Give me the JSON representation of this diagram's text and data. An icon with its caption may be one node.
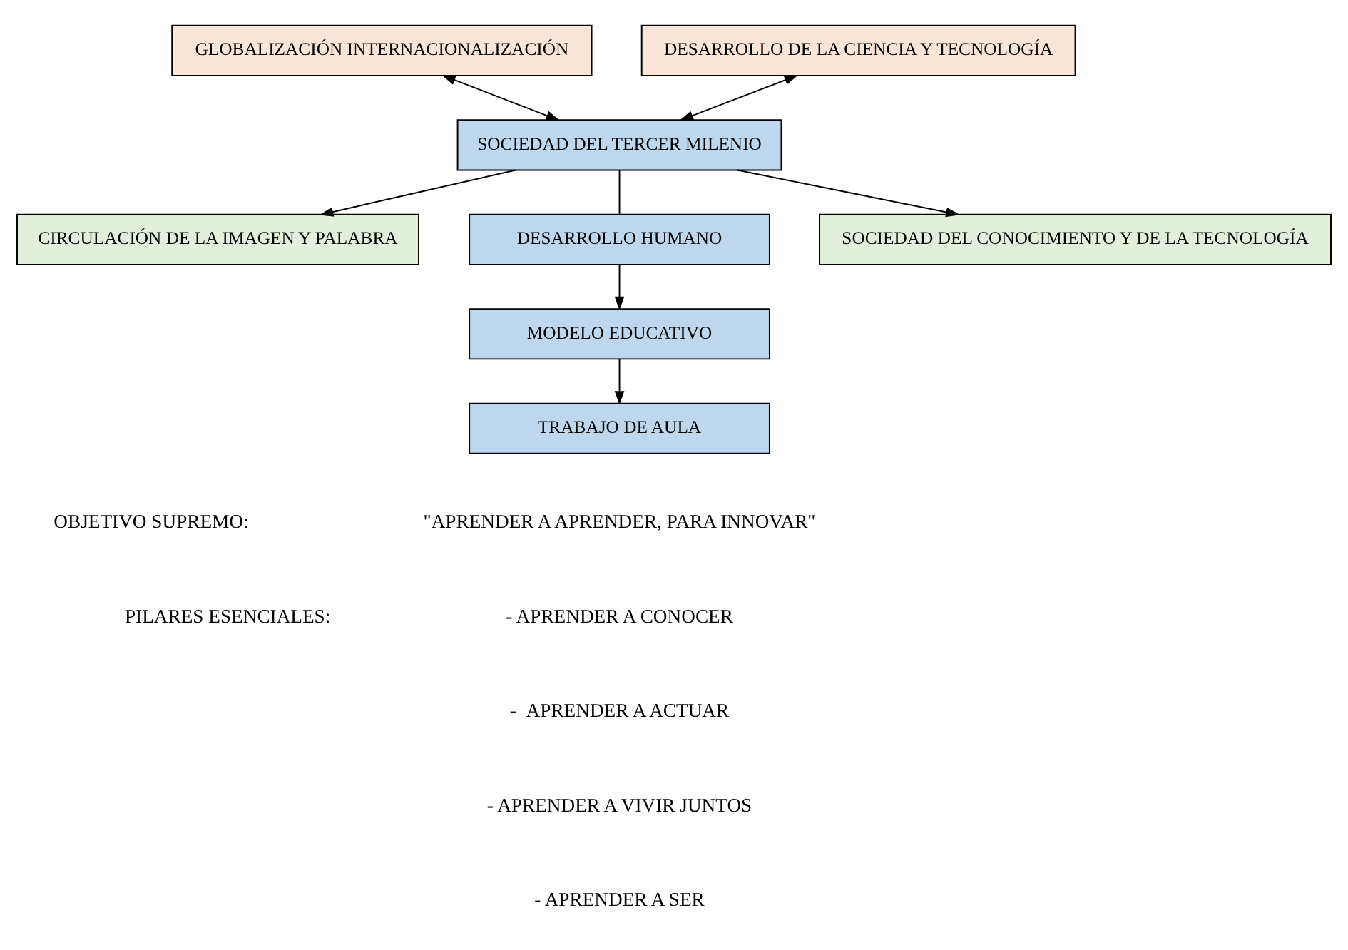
{
  "diagram": {
    "nodes": [
      {
        "text": [
          "GLOBALIZACIÓN INTERNACIONALIZACIÓN"
        ]
      },
      {
        "text": [
          "DESARROLLO DE LA CIENCIA Y TECNOLOGÍA"
        ]
      },
      {
        "text": [
          "SOCIEDAD DEL TERCER MILENIO"
        ]
      },
      {
        "text": [
          "CIRCULACIÓN DE LA IMAGEN Y PALABRA"
        ]
      },
      {
        "text": [
          "DESARROLLO HUMANO"
        ]
      },
      {
        "text": [
          "SOCIEDAD DEL CONOCIMIENTO Y DE LA TECNOLOGÍA"
        ]
      },
      {
        "text": [
          "MODELO EDUCATIVO"
        ]
      },
      {
        "text": [
          "TRABAJO DE AULA"
        ]
      }
    ],
    "edges": [
      {
        "from": 0,
        "to": 2,
        "arrow": "both"
      },
      {
        "from": 2,
        "to": 1,
        "arrow": "both"
      },
      {
        "from": 2,
        "to": 3,
        "arrow": "to"
      },
      {
        "from": 2,
        "to": 5,
        "arrow": "to"
      },
      {
        "from": 2,
        "to": 4,
        "arrow": "none"
      },
      {
        "from": 4,
        "to": 6,
        "arrow": "to"
      },
      {
        "from": 6,
        "to": 7,
        "arrow": "to"
      }
    ],
    "labels": [
      "OBJETIVO SUPREMO:",
      "\"APRENDER A APRENDER, PARA INNOVAR\"",
      "PILARES ESENCIALES:",
      "- APRENDER A CONOCER",
      "-  APRENDER A ACTUAR",
      "- APRENDER A VIVIR JUNTOS",
      "- APRENDER A SER"
    ]
  }
}
